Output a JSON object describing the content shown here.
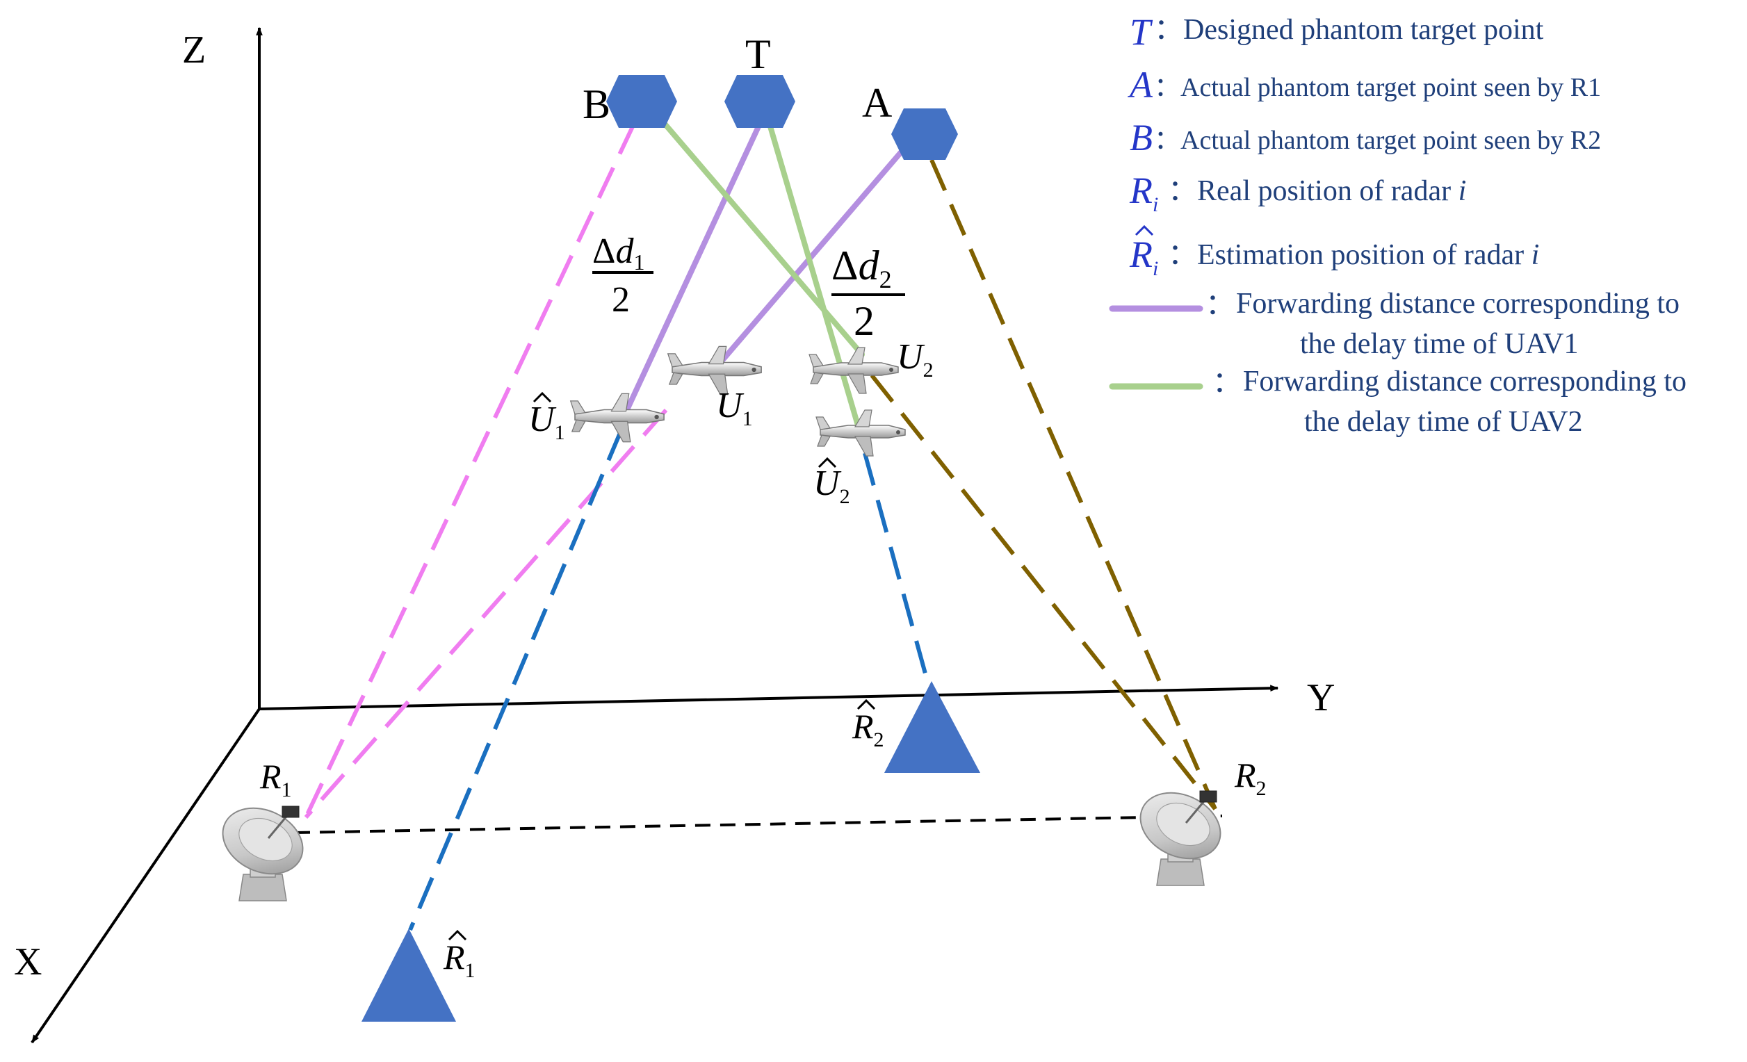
{
  "axes": {
    "x_label": "X",
    "y_label": "Y",
    "z_label": "Z"
  },
  "points": {
    "T": "T",
    "A": "A",
    "B": "B"
  },
  "radars": {
    "r1_main": "R",
    "r1_sub": "1",
    "r2_main": "R",
    "r2_sub": "2",
    "r1_hat_main": "R",
    "r1_hat_sub": "1",
    "r2_hat_main": "R",
    "r2_hat_sub": "2"
  },
  "uavs": {
    "u1_main": "U",
    "u1_sub": "1",
    "u2_main": "U",
    "u2_sub": "2",
    "u1_hat_main": "U",
    "u1_hat_sub": "1",
    "u2_hat_main": "U",
    "u2_hat_sub": "2"
  },
  "fractions": {
    "d1_delta": "Δ",
    "d1_var": "d",
    "d1_sub": "1",
    "d1_den": "2",
    "d2_delta": "Δ",
    "d2_var": "d",
    "d2_sub": "2",
    "d2_den": "2"
  },
  "legend": {
    "sep": "：",
    "sep_spaced": " ：",
    "t_sym": "T",
    "t_text": "Designed phantom target point",
    "a_sym": "A",
    "a_text": "Actual phantom target point seen by R1",
    "b_sym": "B",
    "b_text": "Actual phantom target point seen by R2",
    "ri_sym": "R",
    "ri_sub": "i",
    "ri_text": "Real position of radar ",
    "ri_var": "i",
    "rhat_sym": "R",
    "rhat_sub": "i",
    "rhat_text": "Estimation  position of radar ",
    "rhat_var": "i",
    "uav1_line1": "Forwarding distance corresponding to",
    "uav1_line2": "the delay time of UAV1",
    "uav2_line1": "Forwarding distance corresponding to",
    "uav2_line2": "the delay time of UAV2"
  },
  "colors": {
    "axis": "#000000",
    "target_fill": "#4472c4",
    "magenta": "#f07df0",
    "blue_dash": "#1a6fc0",
    "brown": "#7f6000",
    "purple": "#b48fe0",
    "green": "#a8d08d",
    "legend_text": "#1f3f7a",
    "legend_symbol": "#2436c8"
  }
}
